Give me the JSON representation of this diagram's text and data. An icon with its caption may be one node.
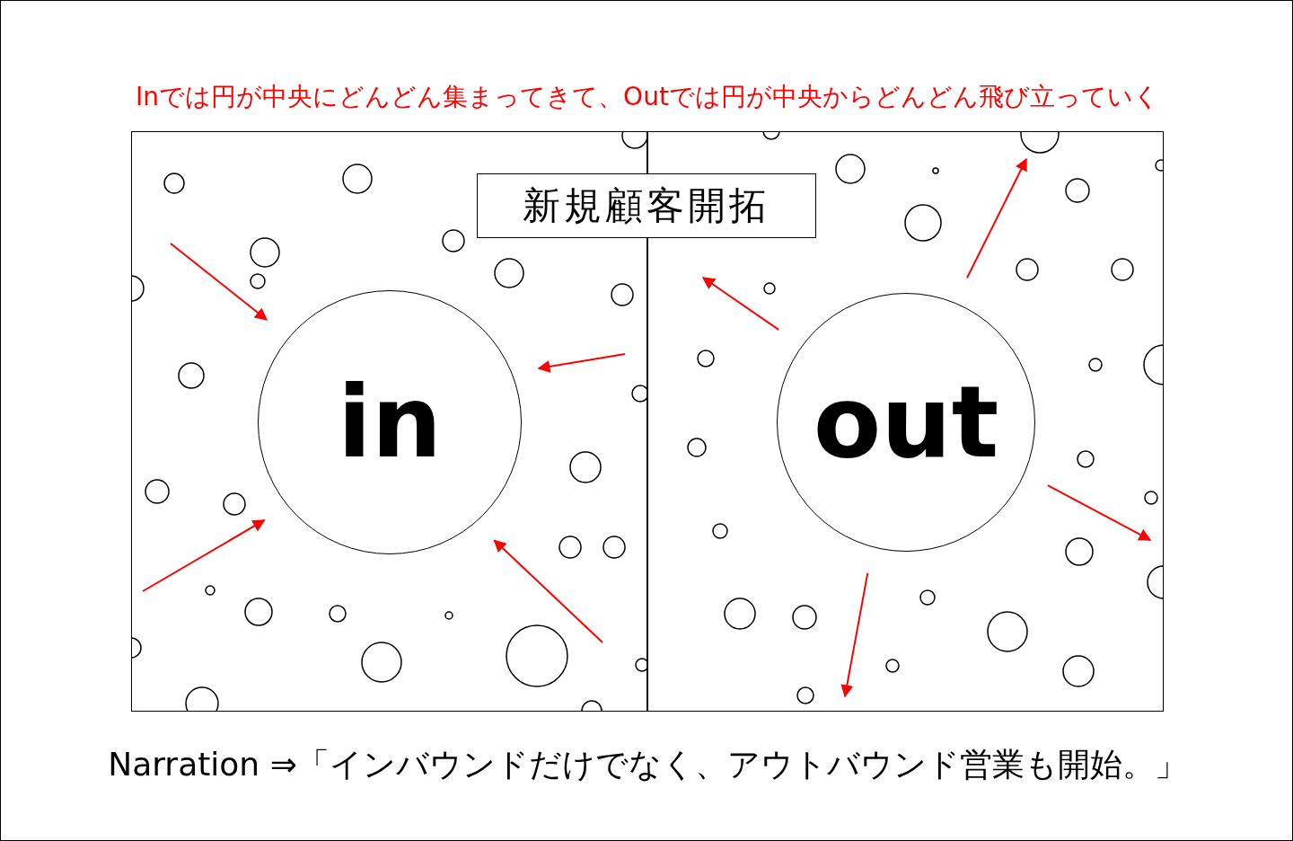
{
  "diagram": {
    "title": "Inでは円が中央にどんどん集まってきて、Outでは円が中央からどんどん飛び立っていく",
    "caption": "Narration ⇒「インバウンドだけでなく、アウトバウンド営業も開始。」",
    "nodes": [
      {
        "text": [],
        "shape": "box"
      },
      {
        "text": [],
        "shape": "box"
      },
      {
        "text": [
          "新規顧客開拓"
        ]
      },
      {
        "text": [
          "in"
        ],
        "in": 0
      },
      {
        "text": [
          "out"
        ],
        "in": 1
      }
    ],
    "edges": [
      {
        "from": null,
        "to": 3,
        "arrow": "to"
      },
      {
        "from": null,
        "to": 3,
        "arrow": "to"
      },
      {
        "from": null,
        "to": 3,
        "arrow": "to"
      },
      {
        "from": null,
        "to": 3,
        "arrow": "to"
      },
      {
        "from": 4,
        "to": null,
        "arrow": "to"
      },
      {
        "from": 4,
        "to": null,
        "arrow": "to"
      },
      {
        "from": 4,
        "to": null,
        "arrow": "to"
      },
      {
        "from": 4,
        "to": null,
        "arrow": "to"
      }
    ]
  }
}
